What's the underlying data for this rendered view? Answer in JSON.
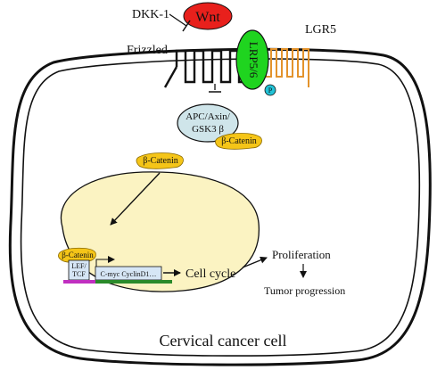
{
  "labels": {
    "dkk1": "DKK-1",
    "wnt": "Wnt",
    "lgr5": "LGR5",
    "frizzled": "Frizzled",
    "lrp": "LRP5/6",
    "phospho": "P",
    "complex_line1": "APC/Axin/",
    "complex_line2": "GSK3 β",
    "beta_catenin": "β-Catenin",
    "lef_tcf_line1": "LEF/",
    "lef_tcf_line2": "TCF",
    "target_genes": "C-myc CyclinD1…",
    "cell_cycle": "Cell cycle",
    "proliferation": "Proliferation",
    "tumor_progression": "Tumor progression",
    "cell_title": "Cervical cancer cell"
  },
  "colors": {
    "wnt": "#e8201c",
    "lrp": "#1fd41f",
    "lgr5": "#e3932c",
    "phospho": "#22c2d6",
    "complex": "#cfe5ea",
    "beta_catenin": "#f5c518",
    "nucleus": "#fbf3c2",
    "lef_tcf": "#d6e6f5",
    "dna_magenta": "#c02fc0",
    "dna_green": "#2a8a2a"
  }
}
